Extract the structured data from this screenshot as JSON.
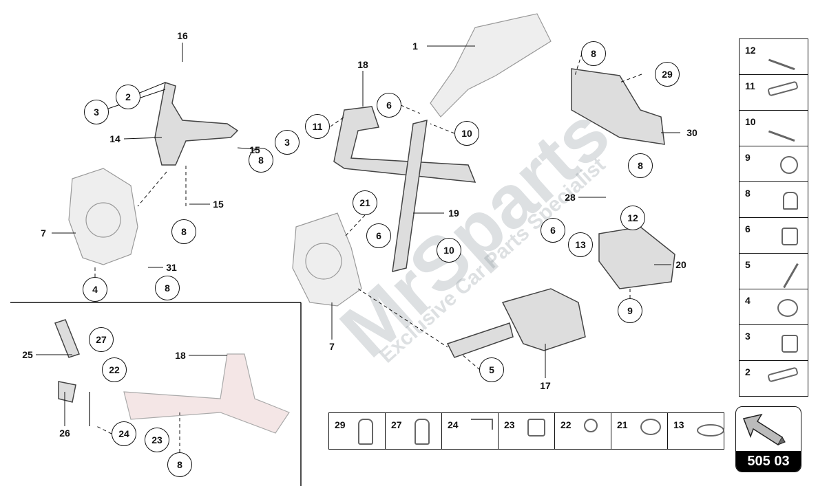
{
  "watermark": {
    "brand": "MrSparts",
    "tagline": "Exclusive Car Parts Specialist"
  },
  "page_number": "505 03",
  "callouts": [
    "2",
    "3",
    "8",
    "8",
    "4",
    "8",
    "11",
    "3",
    "6",
    "10",
    "21",
    "6",
    "10",
    "8",
    "29",
    "8",
    "12",
    "6",
    "13",
    "9",
    "5",
    "27",
    "22",
    "24",
    "23",
    "8"
  ],
  "labels": [
    "16",
    "14",
    "15",
    "15",
    "7",
    "31",
    "1",
    "18",
    "19",
    "28",
    "20",
    "30",
    "7",
    "17",
    "25",
    "26",
    "18"
  ],
  "side_legend": [
    "12",
    "11",
    "10",
    "9",
    "8",
    "6",
    "5",
    "4",
    "3",
    "2"
  ],
  "bottom_legend": [
    "29",
    "27",
    "24",
    "23",
    "22",
    "21",
    "13"
  ]
}
